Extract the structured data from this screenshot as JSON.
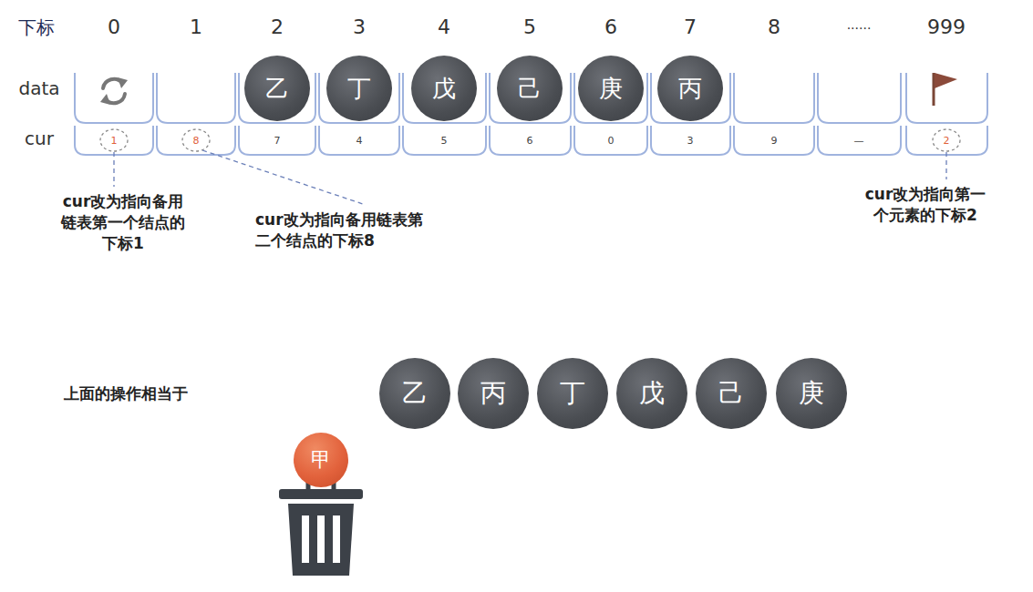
{
  "diagram": {
    "nodes": [
      {
        "text": [
          "乙"
        ]
      },
      {
        "text": [
          "丁"
        ]
      },
      {
        "text": [
          "戊"
        ]
      },
      {
        "text": [
          "己"
        ]
      },
      {
        "text": [
          "庚"
        ]
      },
      {
        "text": [
          "丙"
        ]
      },
      {
        "text": [
          "1"
        ]
      },
      {
        "text": [
          "8"
        ]
      },
      {
        "text": [
          "7"
        ]
      },
      {
        "text": [
          "4"
        ]
      },
      {
        "text": [
          "5"
        ]
      },
      {
        "text": [
          "6"
        ]
      },
      {
        "text": [
          "0"
        ]
      },
      {
        "text": [
          "3"
        ]
      },
      {
        "text": [
          "9"
        ]
      },
      {
        "text": [
          "—"
        ]
      },
      {
        "text": [
          "2"
        ]
      },
      {
        "text": [
          "乙"
        ]
      },
      {
        "text": [
          "丙"
        ]
      },
      {
        "text": [
          "丁"
        ]
      },
      {
        "text": [
          "戊"
        ]
      },
      {
        "text": [
          "己"
        ]
      },
      {
        "text": [
          "庚"
        ]
      },
      {
        "text": [
          "甲"
        ]
      }
    ],
    "labels": [
      "下标",
      "0",
      "1",
      "2",
      "3",
      "4",
      "5",
      "6",
      "7",
      "8",
      "......",
      "999",
      "data",
      "cur",
      "cur改为指向备用链表第一个结点的下标1",
      "cur改为指向备用链表第二个结点的下标8",
      "cur改为指向第一个元素的下标2",
      "上面的操作相当于"
    ]
  }
}
